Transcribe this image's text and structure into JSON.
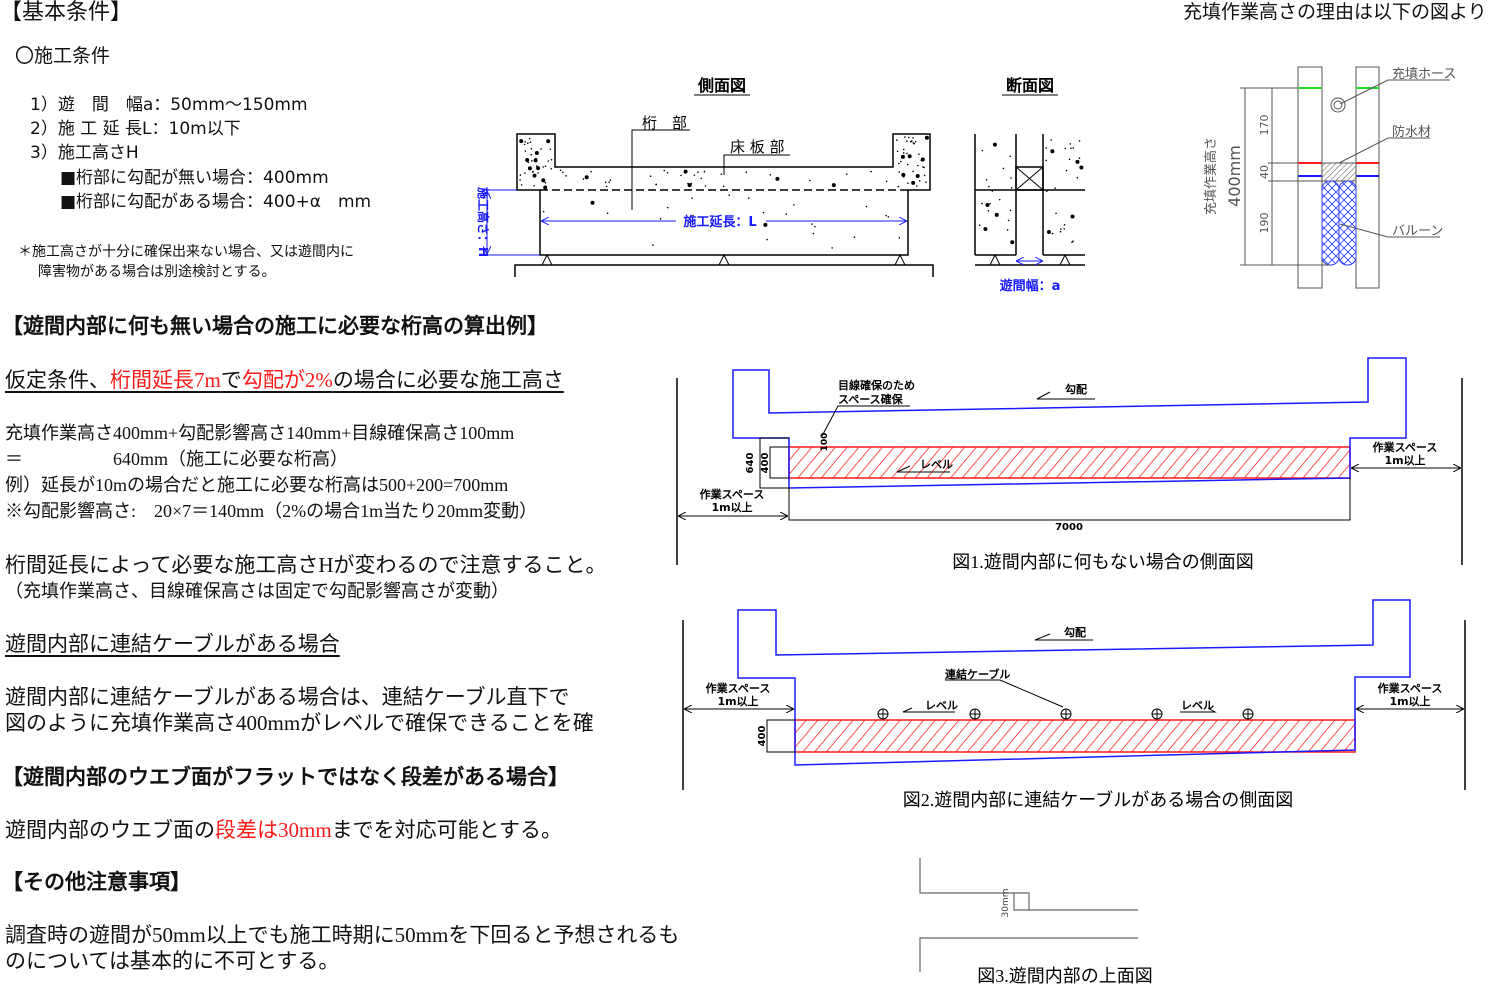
{
  "basic": {
    "heading": "【基本条件】",
    "sub_heading": "〇施工条件",
    "items": [
      "1）遊　間　幅a：50mm～150mm",
      "2）施 工 延 長L：10m以下",
      "3）施工高さH"
    ],
    "sub_items": [
      "■桁部に勾配が無い場合：400mm",
      "■桁部に勾配がある場合：400+α　mm"
    ],
    "note": [
      "＊施工高さが十分に確保出来ない場合、又は遊間内に",
      "障害物がある場合は別途検討とする。"
    ]
  },
  "diagram_side": {
    "title": "側面図",
    "label_girder": "桁　部",
    "label_slab": "床 板 部",
    "label_height": "施工高さ：H",
    "label_length": "施工延長：L"
  },
  "diagram_section": {
    "title": "断面図",
    "label_gap": "遊間幅：a"
  },
  "filling": {
    "caption": "充填作業高さの理由は以下の図より",
    "label_hose": "充填ホース",
    "label_waterproof": "防水材",
    "label_balloon": "バルーン",
    "label_height": "充填作業高さ",
    "label_400": "400mm",
    "dim_170": "170",
    "dim_40": "40",
    "dim_190": "190"
  },
  "calc": {
    "heading": "【遊間内部に何も無い場合の施工に必要な桁高の算出例】",
    "assumption_a": "仮定条件、",
    "assumption_red1": "桁間延長7m",
    "assumption_b": "で",
    "assumption_red2": "勾配が2%",
    "assumption_c": "の場合に必要な施工高さ",
    "lines": [
      "充填作業高さ400mm+勾配影響高さ140mm+目線確保高さ100mm",
      "＝　　　　　640mm（施工に必要な桁高）",
      "例）延長が10mの場合だと施工に必要な桁高は500+200=700mm",
      "※勾配影響高さ:　20×7＝140mm（2%の場合1m当たり20mm変動）"
    ],
    "note_main": "桁間延長によって必要な施工高さHが変わるので注意すること。",
    "note_sub": "（充填作業高さ、目線確保高さは固定で勾配影響高さが変動）"
  },
  "cable": {
    "heading": "遊間内部に連結ケーブルがある場合",
    "lines": [
      "遊間内部に連結ケーブルがある場合は、連結ケーブル直下で",
      "図のように充填作業高さ400mmがレベルで確保できることを確"
    ]
  },
  "step": {
    "heading": "【遊間内部のウエブ面がフラットではなく段差がある場合】",
    "text_a": "遊間内部のウエブ面の",
    "text_red": "段差は30mm",
    "text_b": "までを対応可能とする。"
  },
  "other": {
    "heading": "【その他注意事項】",
    "lines": [
      "調査時の遊間が50mm以上でも施工時期に50mmを下回ると予想されるも",
      "のについては基本的に不可とする。"
    ]
  },
  "fig1": {
    "caption": "図1.遊間内部に何もない場合の側面図",
    "label_eye_1": "目線確保のため",
    "label_eye_2": "スペース確保",
    "label_slope": "勾配",
    "label_level": "レベル",
    "label_work_1": "作業スペース",
    "label_work_2": "1m以上",
    "dim_640": "640",
    "dim_400": "400",
    "dim_100": "100",
    "dim_7000": "7000"
  },
  "fig2": {
    "caption": "図2.遊間内部に連結ケーブルがある場合の側面図",
    "label_slope": "勾配",
    "label_cable": "連結ケーブル",
    "label_level": "レベル",
    "label_work_1": "作業スペース",
    "label_work_2": "1m以上",
    "dim_400": "400"
  },
  "fig3": {
    "caption": "図3.遊間内部の上面図",
    "dim_30": "30mm"
  },
  "colors": {
    "red": "#ff1a1a",
    "blue": "#1a1aff",
    "green": "#22dd22"
  }
}
